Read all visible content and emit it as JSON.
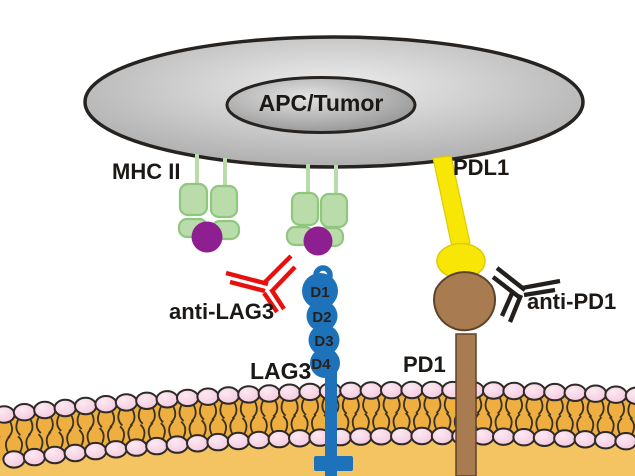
{
  "figure": {
    "cell_label": "APC/Tumor",
    "mhc2_label": "MHC II",
    "pdl1_label": "PDL1",
    "pd1_label": "PD1",
    "lag3_label": "LAG3",
    "anti_lag3_label": "anti-LAG3",
    "anti_pd1_label": "anti-PD1",
    "lag3_domains": [
      "D1",
      "D2",
      "D3",
      "D4"
    ],
    "colors": {
      "outline": "#272320",
      "cell_light": "#ededed",
      "cell_dark": "#a5a5a5",
      "nucleus_light": "#e3e3e3",
      "nucleus_dark": "#8e8e8e",
      "mhc_green": "#badcaa",
      "mhc_green_stroke": "#8fc77e",
      "peptide_purple": "#8e1f90",
      "pdl1_yellow": "#f8e606",
      "pdl1_yellow_stroke": "#decb00",
      "pd1_brown": "#a87c50",
      "pd1_brown_stroke": "#5f422a",
      "lag3_blue": "#1e72b9",
      "antibody_red": "#e8100d",
      "antibody_black": "#231f1d",
      "membrane_head_pink": "#f3c3da",
      "membrane_head_pink_light": "#fce9f2",
      "membrane_head_stroke": "#2e2a26",
      "membrane_band_orange": "#efaf40",
      "membrane_below_orange": "#f5c462",
      "membrane_tail": "#3a3122",
      "domain_text": "#26211e"
    }
  }
}
